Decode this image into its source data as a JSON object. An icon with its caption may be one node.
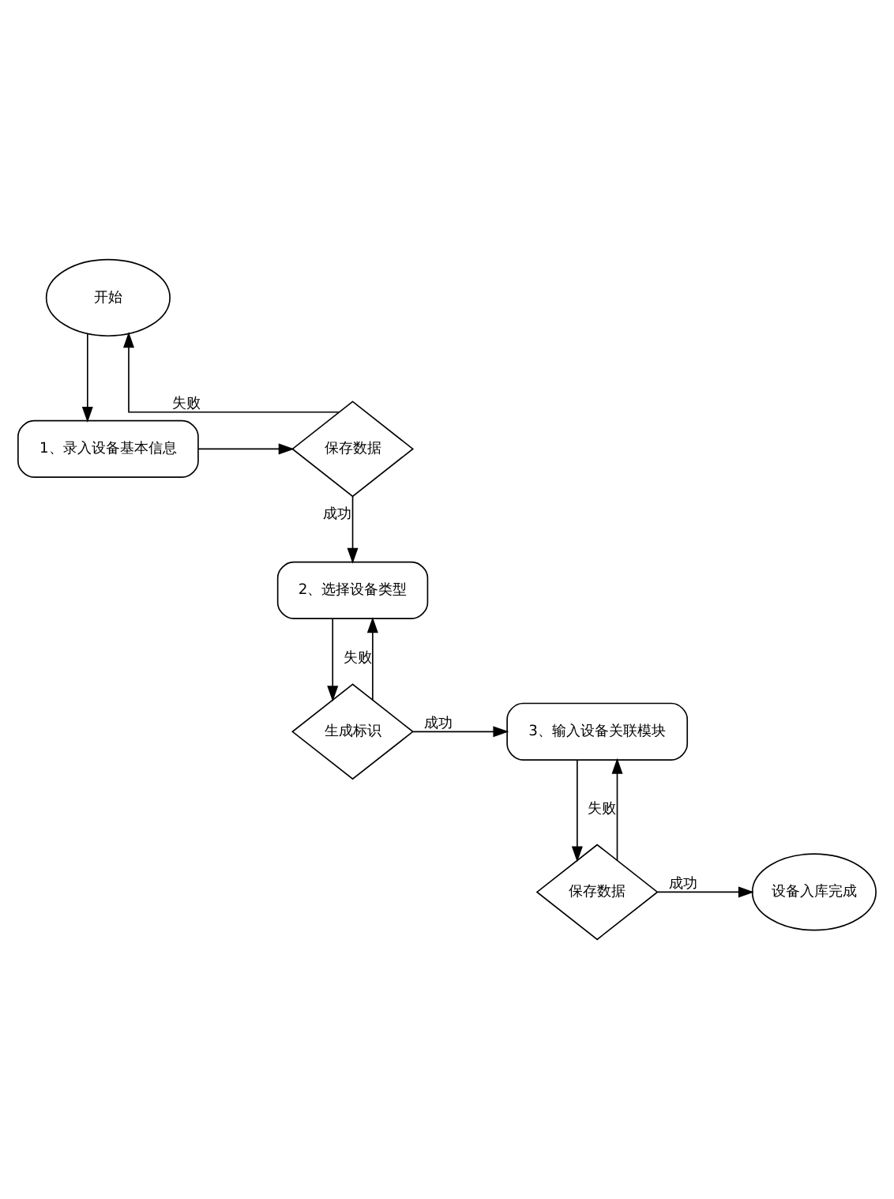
{
  "diagram": {
    "nodes": [
      {
        "text": [
          "开始"
        ]
      },
      {
        "text": [
          "1、录入设备基本信息"
        ]
      },
      {
        "text": [
          "保存数据"
        ]
      },
      {
        "text": [
          "2、选择设备类型"
        ]
      },
      {
        "text": [
          "生成标识"
        ]
      },
      {
        "text": [
          "3、输入设备关联模块"
        ]
      },
      {
        "text": [
          "保存数据"
        ]
      },
      {
        "text": [
          "设备入库完成"
        ]
      }
    ],
    "edges": [
      {
        "from": 0,
        "to": 1,
        "arrow": "to"
      },
      {
        "from": 1,
        "to": 2,
        "arrow": "to"
      },
      {
        "from": 2,
        "to": 0,
        "arrow": "to",
        "label": "失败"
      },
      {
        "from": 2,
        "to": 3,
        "arrow": "to",
        "label": "成功"
      },
      {
        "from": 3,
        "to": 4,
        "arrow": "to"
      },
      {
        "from": 4,
        "to": 3,
        "arrow": "to",
        "label": "失败"
      },
      {
        "from": 4,
        "to": 5,
        "arrow": "to",
        "label": "成功"
      },
      {
        "from": 5,
        "to": 6,
        "arrow": "to"
      },
      {
        "from": 6,
        "to": 5,
        "arrow": "to",
        "label": "失败"
      },
      {
        "from": 6,
        "to": 7,
        "arrow": "to",
        "label": "成功"
      }
    ]
  }
}
